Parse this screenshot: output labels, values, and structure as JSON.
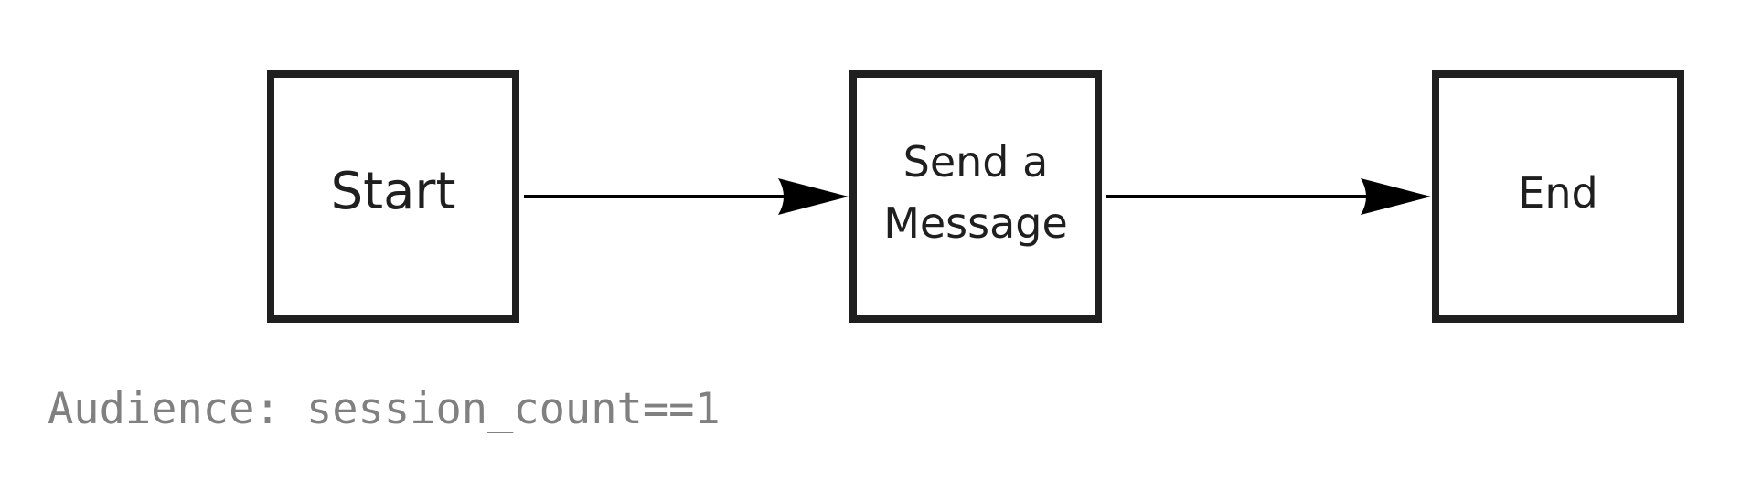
{
  "nodes": [
    {
      "id": "start",
      "label": "Start"
    },
    {
      "id": "send",
      "label_lines": [
        "Send a",
        "Message"
      ]
    },
    {
      "id": "end",
      "label": "End"
    }
  ],
  "edges": [
    {
      "from": "start",
      "to": "send"
    },
    {
      "from": "send",
      "to": "end"
    }
  ],
  "audience": {
    "text": "Audience: session_count==1"
  },
  "colors": {
    "stroke": "#1f1f1f",
    "arrow": "#000000",
    "audience_text": "#808080"
  }
}
